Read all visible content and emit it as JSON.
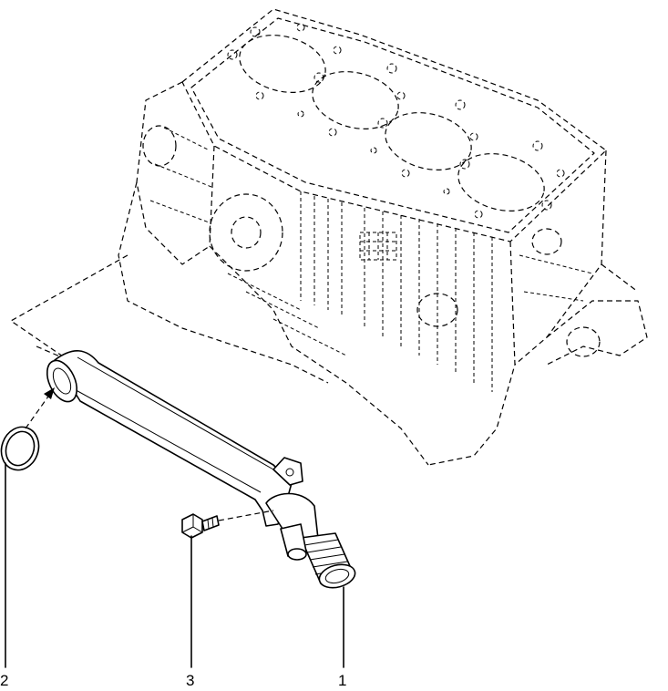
{
  "callouts": [
    {
      "id": "1",
      "label": "1",
      "part": "coolant-pipe"
    },
    {
      "id": "2",
      "label": "2",
      "part": "o-ring-seal"
    },
    {
      "id": "3",
      "label": "3",
      "part": "bolt"
    }
  ]
}
